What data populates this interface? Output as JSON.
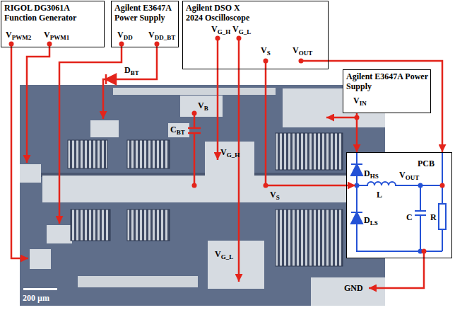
{
  "diagram": {
    "nodes": [
      {
        "text": [
          "RIGOL DG3061A Function Generator",
          "VPWM2",
          "VPWM1"
        ]
      },
      {
        "text": [
          "Agilent E3647A Power Supply",
          "VDD",
          "VDD_BT"
        ]
      },
      {
        "text": [
          "Agilent DSO X 2024 Oscilloscope",
          "VG_H",
          "VG_L",
          "VS",
          "VOUT"
        ]
      },
      {
        "text": [
          "Agilent E3647A Power Supply",
          "VIN"
        ]
      },
      {
        "text": [
          "PCB",
          "DHS",
          "VOUT",
          "L",
          "DLS",
          "C",
          "R"
        ]
      }
    ],
    "edges": [
      {
        "from": 3,
        "to": 4,
        "arrow": "to"
      },
      {
        "from": 2,
        "to": 4,
        "arrow": "to"
      }
    ],
    "labels": [
      "DBT",
      "VB",
      "CBT",
      "VG_H",
      "VS",
      "VG_L",
      "GND",
      "200 µm"
    ]
  }
}
